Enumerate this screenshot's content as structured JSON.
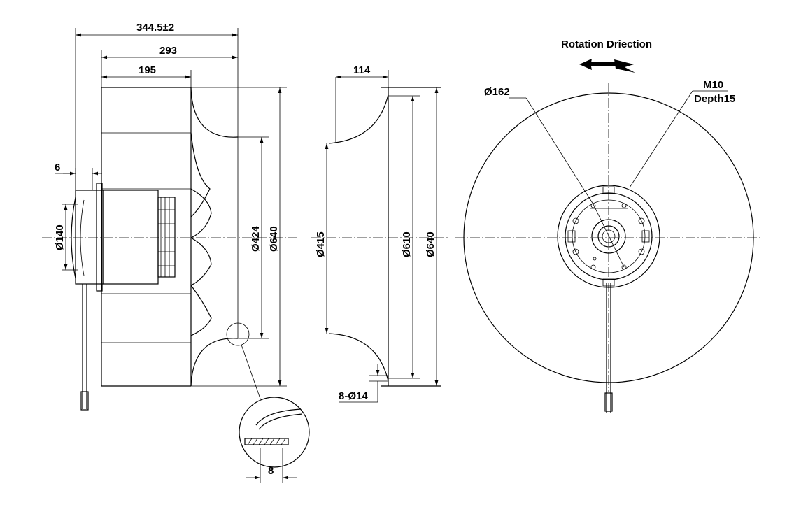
{
  "title": "Rotation Driection",
  "dimensions": {
    "overall_length": "344.5±2",
    "impeller_length": "293",
    "blade_depth": "195",
    "motor_offset": "6",
    "hub_diameter": "Ø140",
    "inlet_inner_diameter": "Ø424",
    "impeller_diameter": "Ø640",
    "inlet_ring_depth": "114",
    "inlet_ring_throat": "Ø415",
    "inlet_ring_bolt_circle": "Ø610",
    "inlet_ring_outer": "Ø640",
    "mount_holes": "8-Ø14",
    "detail_thickness": "8",
    "bolt_circle": "Ø162",
    "thread": "M10",
    "thread_depth": "Depth15"
  },
  "colors": {
    "line": "#000000",
    "background": "#ffffff"
  },
  "icons": [
    "rotation-arrow-icon"
  ]
}
